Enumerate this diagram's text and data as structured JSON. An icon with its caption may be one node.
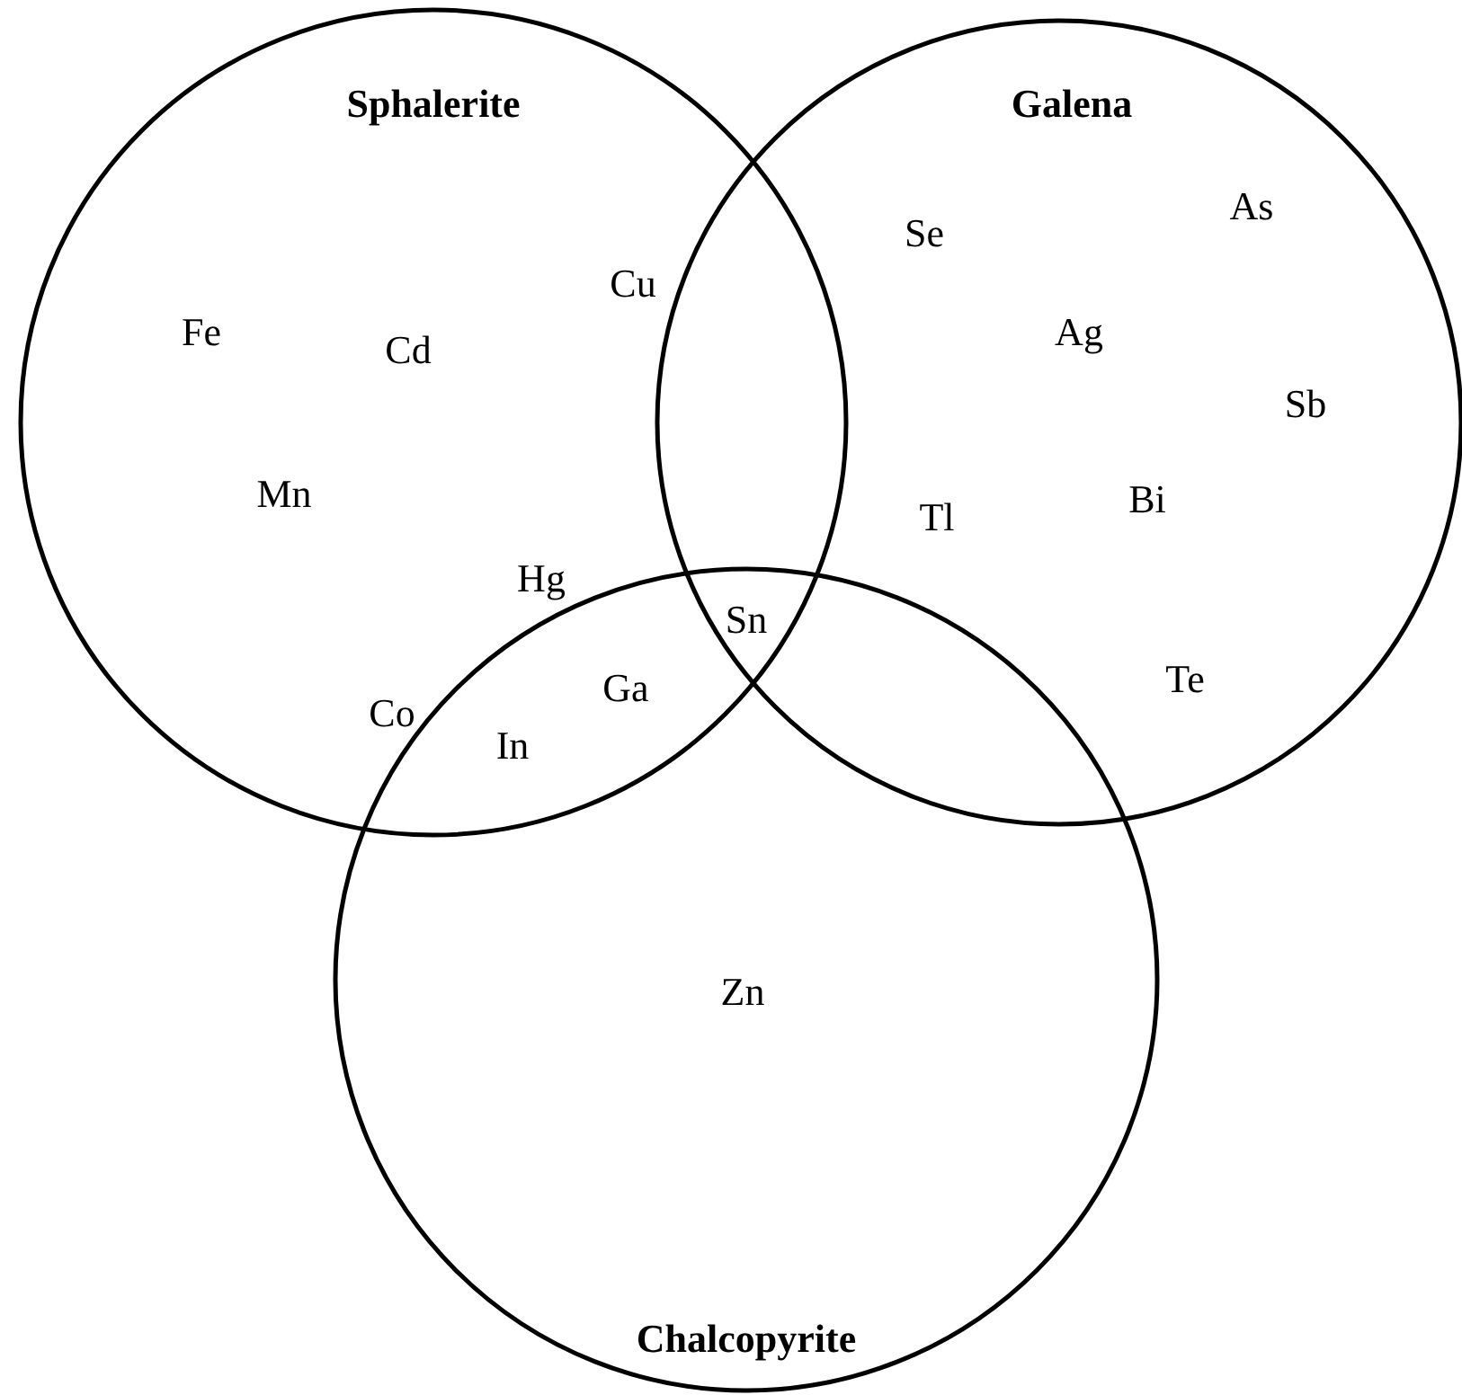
{
  "diagram": {
    "nodes": [
      {
        "text": [
          "Sphalerite"
        ]
      },
      {
        "text": [
          "Galena"
        ]
      },
      {
        "text": [
          "Chalcopyrite"
        ]
      }
    ],
    "labels": [
      "As",
      "Se",
      "Cu",
      "Fe",
      "Ag",
      "Cd",
      "Sb",
      "Mn",
      "Bi",
      "Tl",
      "Hg",
      "Sn",
      "Te",
      "Ga",
      "Co",
      "In",
      "Zn"
    ]
  }
}
